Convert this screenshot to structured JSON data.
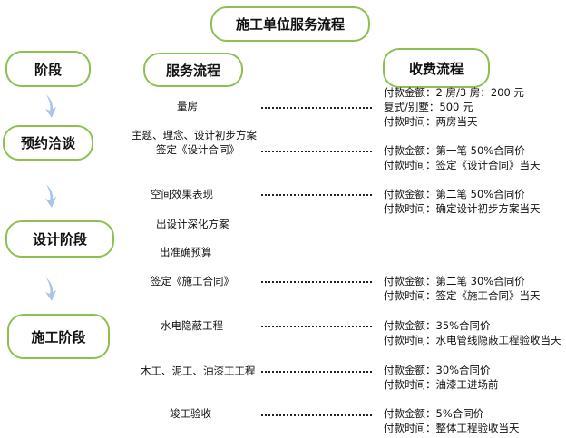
{
  "title": "施工单位服务流程",
  "headers": {
    "stage": "阶段",
    "service": "服务流程",
    "fee": "收费流程"
  },
  "stages": [
    "预约洽谈",
    "设计阶段",
    "施工阶段"
  ],
  "services": [
    "量房",
    "主题、理念、设计初步方案",
    "签定《设计合同》",
    "空间效果表现",
    "出设计深化方案",
    "出准确预算",
    "签定《施工合同》",
    "水电隐蔽工程",
    "木工、泥工、油漆工工程",
    "竣工验收"
  ],
  "fees": [
    [
      "付款金额：2 房/3 房：200 元",
      "复式/别墅：500 元",
      "付款时间：两房当天"
    ],
    [
      "付款金额：第一笔 50%合同价",
      "付款时间：签定《设计合同》当天"
    ],
    [
      "付款金额：第二笔 50%合同价",
      "付款时间：确定设计初步方案当天"
    ],
    [
      "付款金额：第二笔 30%合同价",
      "付款时间：签定《施工合同》当天"
    ],
    [
      "付款金额：35%合同价",
      "付款时间：水电管线隐蔽工程验收当天"
    ],
    [
      "付款金额：30%合同价",
      "付款时间：油漆工进场前"
    ],
    [
      "付款金额：5%合同价",
      "付款时间：整体工程验收当天"
    ]
  ]
}
